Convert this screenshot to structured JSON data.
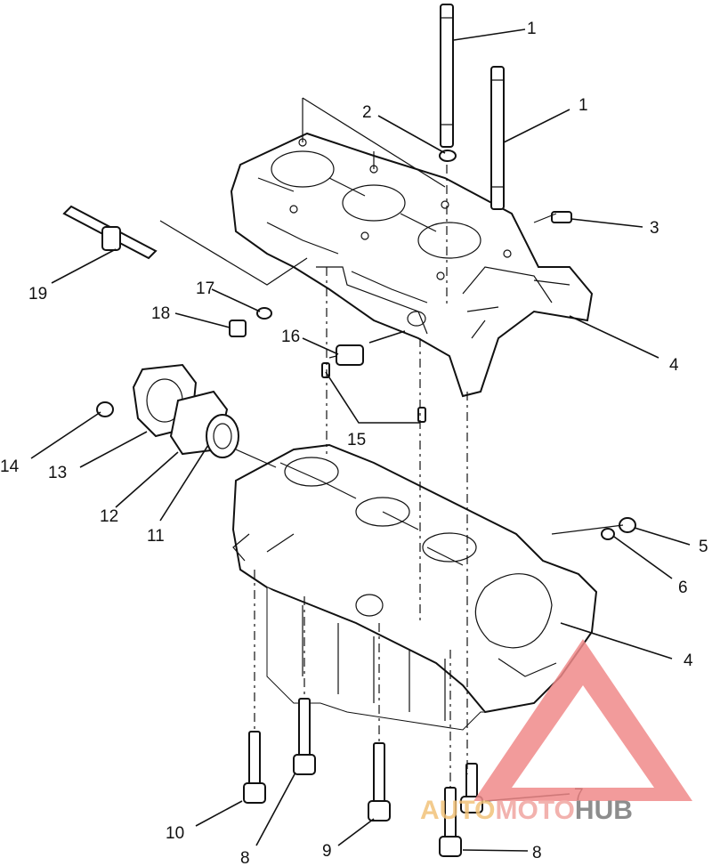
{
  "diagram": {
    "callouts": [
      {
        "id": "c1a",
        "text": "1"
      },
      {
        "id": "c1b",
        "text": "1"
      },
      {
        "id": "c2",
        "text": "2"
      },
      {
        "id": "c3",
        "text": "3"
      },
      {
        "id": "c4a",
        "text": "4"
      },
      {
        "id": "c4b",
        "text": "4"
      },
      {
        "id": "c5",
        "text": "5"
      },
      {
        "id": "c6",
        "text": "6"
      },
      {
        "id": "c7",
        "text": "7"
      },
      {
        "id": "c8a",
        "text": "8"
      },
      {
        "id": "c8b",
        "text": "8"
      },
      {
        "id": "c9",
        "text": "9"
      },
      {
        "id": "c10",
        "text": "10"
      },
      {
        "id": "c11",
        "text": "11"
      },
      {
        "id": "c12",
        "text": "12"
      },
      {
        "id": "c13",
        "text": "13"
      },
      {
        "id": "c14",
        "text": "14"
      },
      {
        "id": "c15",
        "text": "15"
      },
      {
        "id": "c16",
        "text": "16"
      },
      {
        "id": "c17",
        "text": "17"
      },
      {
        "id": "c18",
        "text": "18"
      },
      {
        "id": "c19",
        "text": "19"
      }
    ]
  },
  "watermark": {
    "text_part1": "AUTO",
    "text_part2": "MOTO",
    "text_part3": "HUB",
    "colors": {
      "auto": "#f2c27a",
      "moto": "#f0a5a0",
      "hub": "#7a7a7a",
      "triangle": "#f08a8a"
    }
  }
}
